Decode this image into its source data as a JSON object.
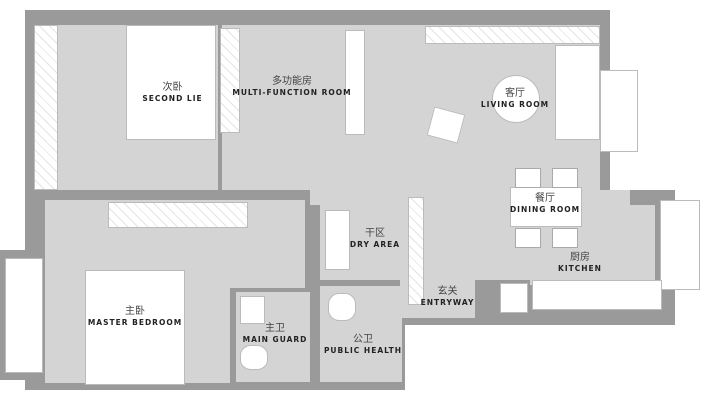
{
  "rooms": [
    {
      "zh": "次卧",
      "en": "Second lie"
    },
    {
      "zh": "多功能房",
      "en": "Multi-function room"
    },
    {
      "zh": "客厅",
      "en": "Living room"
    },
    {
      "zh": "餐厅",
      "en": "Dining Room"
    },
    {
      "zh": "厨房",
      "en": "Kitchen"
    },
    {
      "zh": "干区",
      "en": "Dry area"
    },
    {
      "zh": "玄关",
      "en": "Entryway"
    },
    {
      "zh": "主卧",
      "en": "Master bedroom"
    },
    {
      "zh": "主卫",
      "en": "Main guard"
    },
    {
      "zh": "公卫",
      "en": "Public health"
    }
  ],
  "colors": {
    "wall": "#9a9a9a",
    "floor": "#d4d4d4",
    "furniture": "#ffffff"
  }
}
